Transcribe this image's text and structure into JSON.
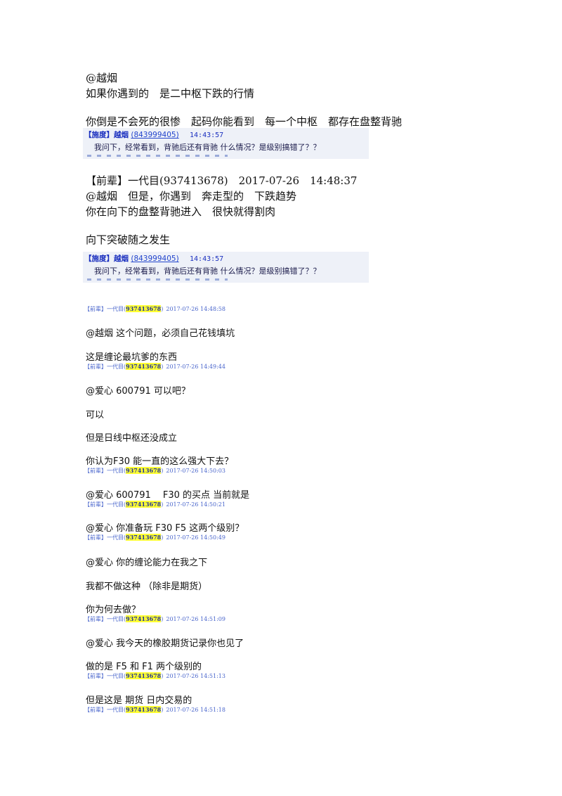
{
  "document": {
    "block1": {
      "mention": "@越烟",
      "line1": "如果你遇到的　是二中枢下跌的行情",
      "line2": "你倒是不会死的很惨　起码你能看到　每一个中枢　都存在盘整背驰"
    },
    "quote1": {
      "tag": "【施度】",
      "name": "越烟",
      "qq": "(843999405)",
      "time": "14:43:57",
      "text": "我问下，经常看到，背驰后还有背驰 什么情况？是级别搞错了？？"
    },
    "block2": {
      "header": "【前辈】一代目(937413678)　2017-07-26　14:48:37",
      "line1": "@越烟　但是，你遇到　奔走型的　下跌趋势",
      "line2": "你在向下的盘整背驰进入　很快就得割肉",
      "line3": "向下突破随之发生"
    },
    "quote2": {
      "tag": "【施度】",
      "name": "越烟",
      "qq": "(843999405)",
      "time": "14:43:57",
      "text": "我问下，经常看到，背驰后还有背驰 什么情况？是级别搞错了？？"
    },
    "messages": [
      {
        "meta": {
          "prefix": "【前辈】一代目(",
          "qq": "937413678",
          "suffix": ")",
          "time": "2017-07-26 14:48:58"
        }
      },
      {
        "text": "@越烟 这个问题，必须自己花钱填坑"
      },
      {
        "text": "这是缠论最坑爹的东西"
      },
      {
        "meta": {
          "prefix": "【前辈】一代目(",
          "qq": "937413678",
          "suffix": ")",
          "time": "2017-07-26 14:49:44"
        }
      },
      {
        "text": "@爱心 600791 可以吧？"
      },
      {
        "text": "可以"
      },
      {
        "text": "但是日线中枢还没成立"
      },
      {
        "text": "你认为F30 能一直的这么强大下去？"
      },
      {
        "meta": {
          "prefix": "【前辈】一代目(",
          "qq": "937413678",
          "suffix": ")",
          "time": "2017-07-26 14:50:03"
        }
      },
      {
        "text": "@爱心 600791　  F30 的买点 当前就是"
      },
      {
        "meta": {
          "prefix": "【前辈】一代目(",
          "qq": "937413678",
          "suffix": ")",
          "time": "2017-07-26 14:50:21"
        }
      },
      {
        "text": "@爱心 你准备玩 F30 F5 这两个级别？"
      },
      {
        "meta": {
          "prefix": "【前辈】一代目(",
          "qq": "937413678",
          "suffix": ")",
          "time": "2017-07-26 14:50:49"
        }
      },
      {
        "text": "@爱心 你的缠论能力在我之下"
      },
      {
        "text": "我都不做这种 （除非是期货）"
      },
      {
        "text": "你为何去做？"
      },
      {
        "meta": {
          "prefix": "【前辈】一代目(",
          "qq": "937413678",
          "suffix": ")",
          "time": "2017-07-26 14:51:09"
        }
      },
      {
        "text": "@爱心 我今天的橡胶期货记录你也见了"
      },
      {
        "text": "做的是 F5 和 F1 两个级别的"
      },
      {
        "meta": {
          "prefix": "【前辈】一代目(",
          "qq": "937413678",
          "suffix": ")",
          "time": "2017-07-26 14:51:13"
        }
      },
      {
        "text": "但是这是 期货 日内交易的"
      },
      {
        "meta": {
          "prefix": "【前辈】一代目(",
          "qq": "937413678",
          "suffix": ")",
          "time": "2017-07-26 14:51:18"
        }
      }
    ]
  }
}
